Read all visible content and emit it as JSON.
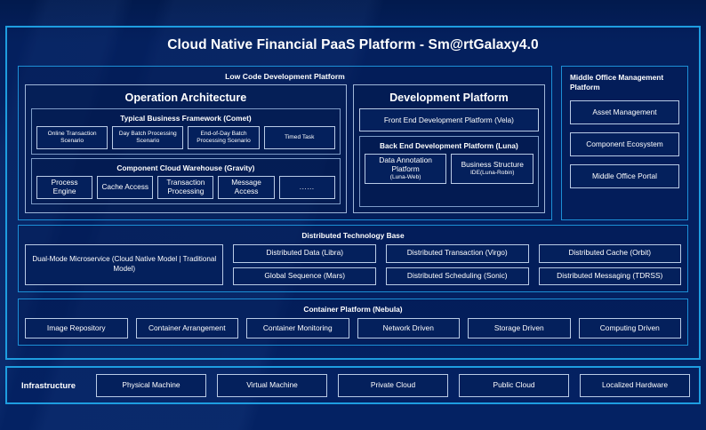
{
  "title": "Cloud Native Financial PaaS Platform - Sm@rtGalaxy4.0",
  "colors": {
    "background": "#042263",
    "accent_border": "#1e9de0",
    "panel_border": "#1c8fd6",
    "chip_border": "#b9cbe6",
    "chip_fill": "#04205c",
    "text": "#ffffff"
  },
  "low_code": {
    "title": "Low Code Development Platform",
    "operation_architecture": {
      "title": "Operation Architecture",
      "business_framework": {
        "title": "Typical Business Framework (Comet)",
        "items": [
          "Online Transaction Scenario",
          "Day Batch Processing Scenario",
          "End-of-Day Batch Processing Scenario",
          "Timed Task"
        ]
      },
      "component_warehouse": {
        "title": "Component Cloud Warehouse (Gravity)",
        "items": [
          "Process Engine",
          "Cache Access",
          "Transaction Processing",
          "Message Access",
          "......"
        ]
      }
    },
    "development_platform": {
      "title": "Development Platform",
      "front_end": "Front End Development Platform (Vela)",
      "back_end": {
        "title": "Back End Development Platform (Luna)",
        "items": [
          {
            "main": "Data Annotation Platform",
            "small": "(Luna-Web)"
          },
          {
            "main": "Business Structure",
            "small": "IDE(Luna-Robin)"
          }
        ]
      }
    }
  },
  "middle_office": {
    "title": "Middle Office Management Platform",
    "items": [
      "Asset Management",
      "Component Ecosystem",
      "Middle Office Portal"
    ]
  },
  "distributed_technology_base": {
    "title": "Distributed Technology Base",
    "wide_card": "Dual-Mode Microservice (Cloud Native Model | Traditional Model)",
    "columns": [
      [
        "Distributed Data (Libra)",
        "Global Sequence (Mars)"
      ],
      [
        "Distributed Transaction (Virgo)",
        "Distributed Scheduling (Sonic)"
      ],
      [
        "Distributed Cache (Orbit)",
        "Distributed Messaging (TDRSS)"
      ]
    ]
  },
  "container_platform": {
    "title": "Container Platform (Nebula)",
    "items": [
      "Image Repository",
      "Container Arrangement",
      "Container Monitoring",
      "Network Driven",
      "Storage Driven",
      "Computing Driven"
    ]
  },
  "infrastructure": {
    "label": "Infrastructure",
    "items": [
      "Physical Machine",
      "Virtual Machine",
      "Private Cloud",
      "Public Cloud",
      "Localized Hardware"
    ]
  }
}
